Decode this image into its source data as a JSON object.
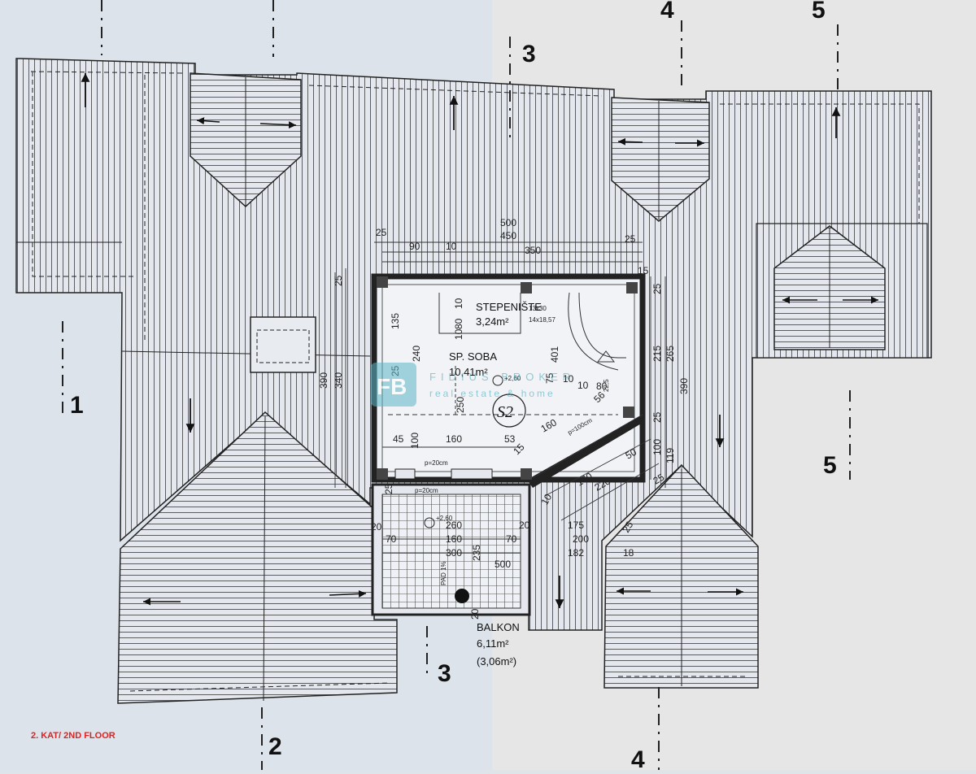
{
  "axes": {
    "a1": "1",
    "a2": "2",
    "a3": "3",
    "a4": "4",
    "a5": "5"
  },
  "rooms": {
    "stairs_name": "STEPENIŠTE",
    "stairs_area": "3,24m²",
    "bedroom_name": "SP. SOBA",
    "bedroom_area": "10,41m²",
    "bedroom_tag": "S2",
    "balcony_name": "BALKON",
    "balcony_area": "6,11m²",
    "balcony_net": "(3,06m²)"
  },
  "dims": {
    "top_500": "500",
    "top_450": "450",
    "top_25a": "25",
    "top_90": "90",
    "top_10": "10",
    "top_350": "350",
    "top_25b": "25",
    "left_25": "25",
    "left_390": "390",
    "left_340": "340",
    "left_135": "135",
    "left_240": "240",
    "left_25b": "25",
    "in_10a": "10",
    "in_80": "80",
    "in_10b": "10",
    "in_250": "250",
    "in_45": "45",
    "in_100": "100",
    "in_160": "160",
    "in_53": "53",
    "in_15": "15",
    "in_401": "401",
    "in_0": "0",
    "in_75": "75",
    "in_10c": "10",
    "in_10d": "10",
    "in_80b": "80",
    "in_56": "56",
    "right_215": "215",
    "right_265": "265",
    "right_390": "390",
    "right_25": "25",
    "right_25b": "25",
    "right_15": "15",
    "diag_160a": "160",
    "diag_50": "50",
    "diag_100": "100",
    "diag_119": "119",
    "diag_160b": "160",
    "diag_220": "220",
    "diag_25": "25",
    "diag_10": "10",
    "bal_260": "260",
    "bal_160": "160",
    "bal_300": "300",
    "bal_70a": "70",
    "bal_70b": "70",
    "bal_20a": "20",
    "bal_20b": "20",
    "bal_235": "235",
    "bal_500": "500",
    "bal_20c": "20",
    "bal_25": "25",
    "r_175": "175",
    "r_200": "200",
    "r_182": "182",
    "r_25": "25",
    "r_18": "18",
    "level_a": "+2,60",
    "level_b": "+2,60",
    "p_a": "p=20cm",
    "p_b": "p=20cm",
    "p_c": "p=100cm",
    "pad": "PAD 1%",
    "win_a": "13x30",
    "win_b": "14x18,57",
    "win_c": "22,5"
  },
  "watermark": {
    "logo": "FB",
    "line1": "FIDIUS BROKER",
    "line2": "real estate & home"
  },
  "caption": "2. KAT/ 2ND FLOOR"
}
